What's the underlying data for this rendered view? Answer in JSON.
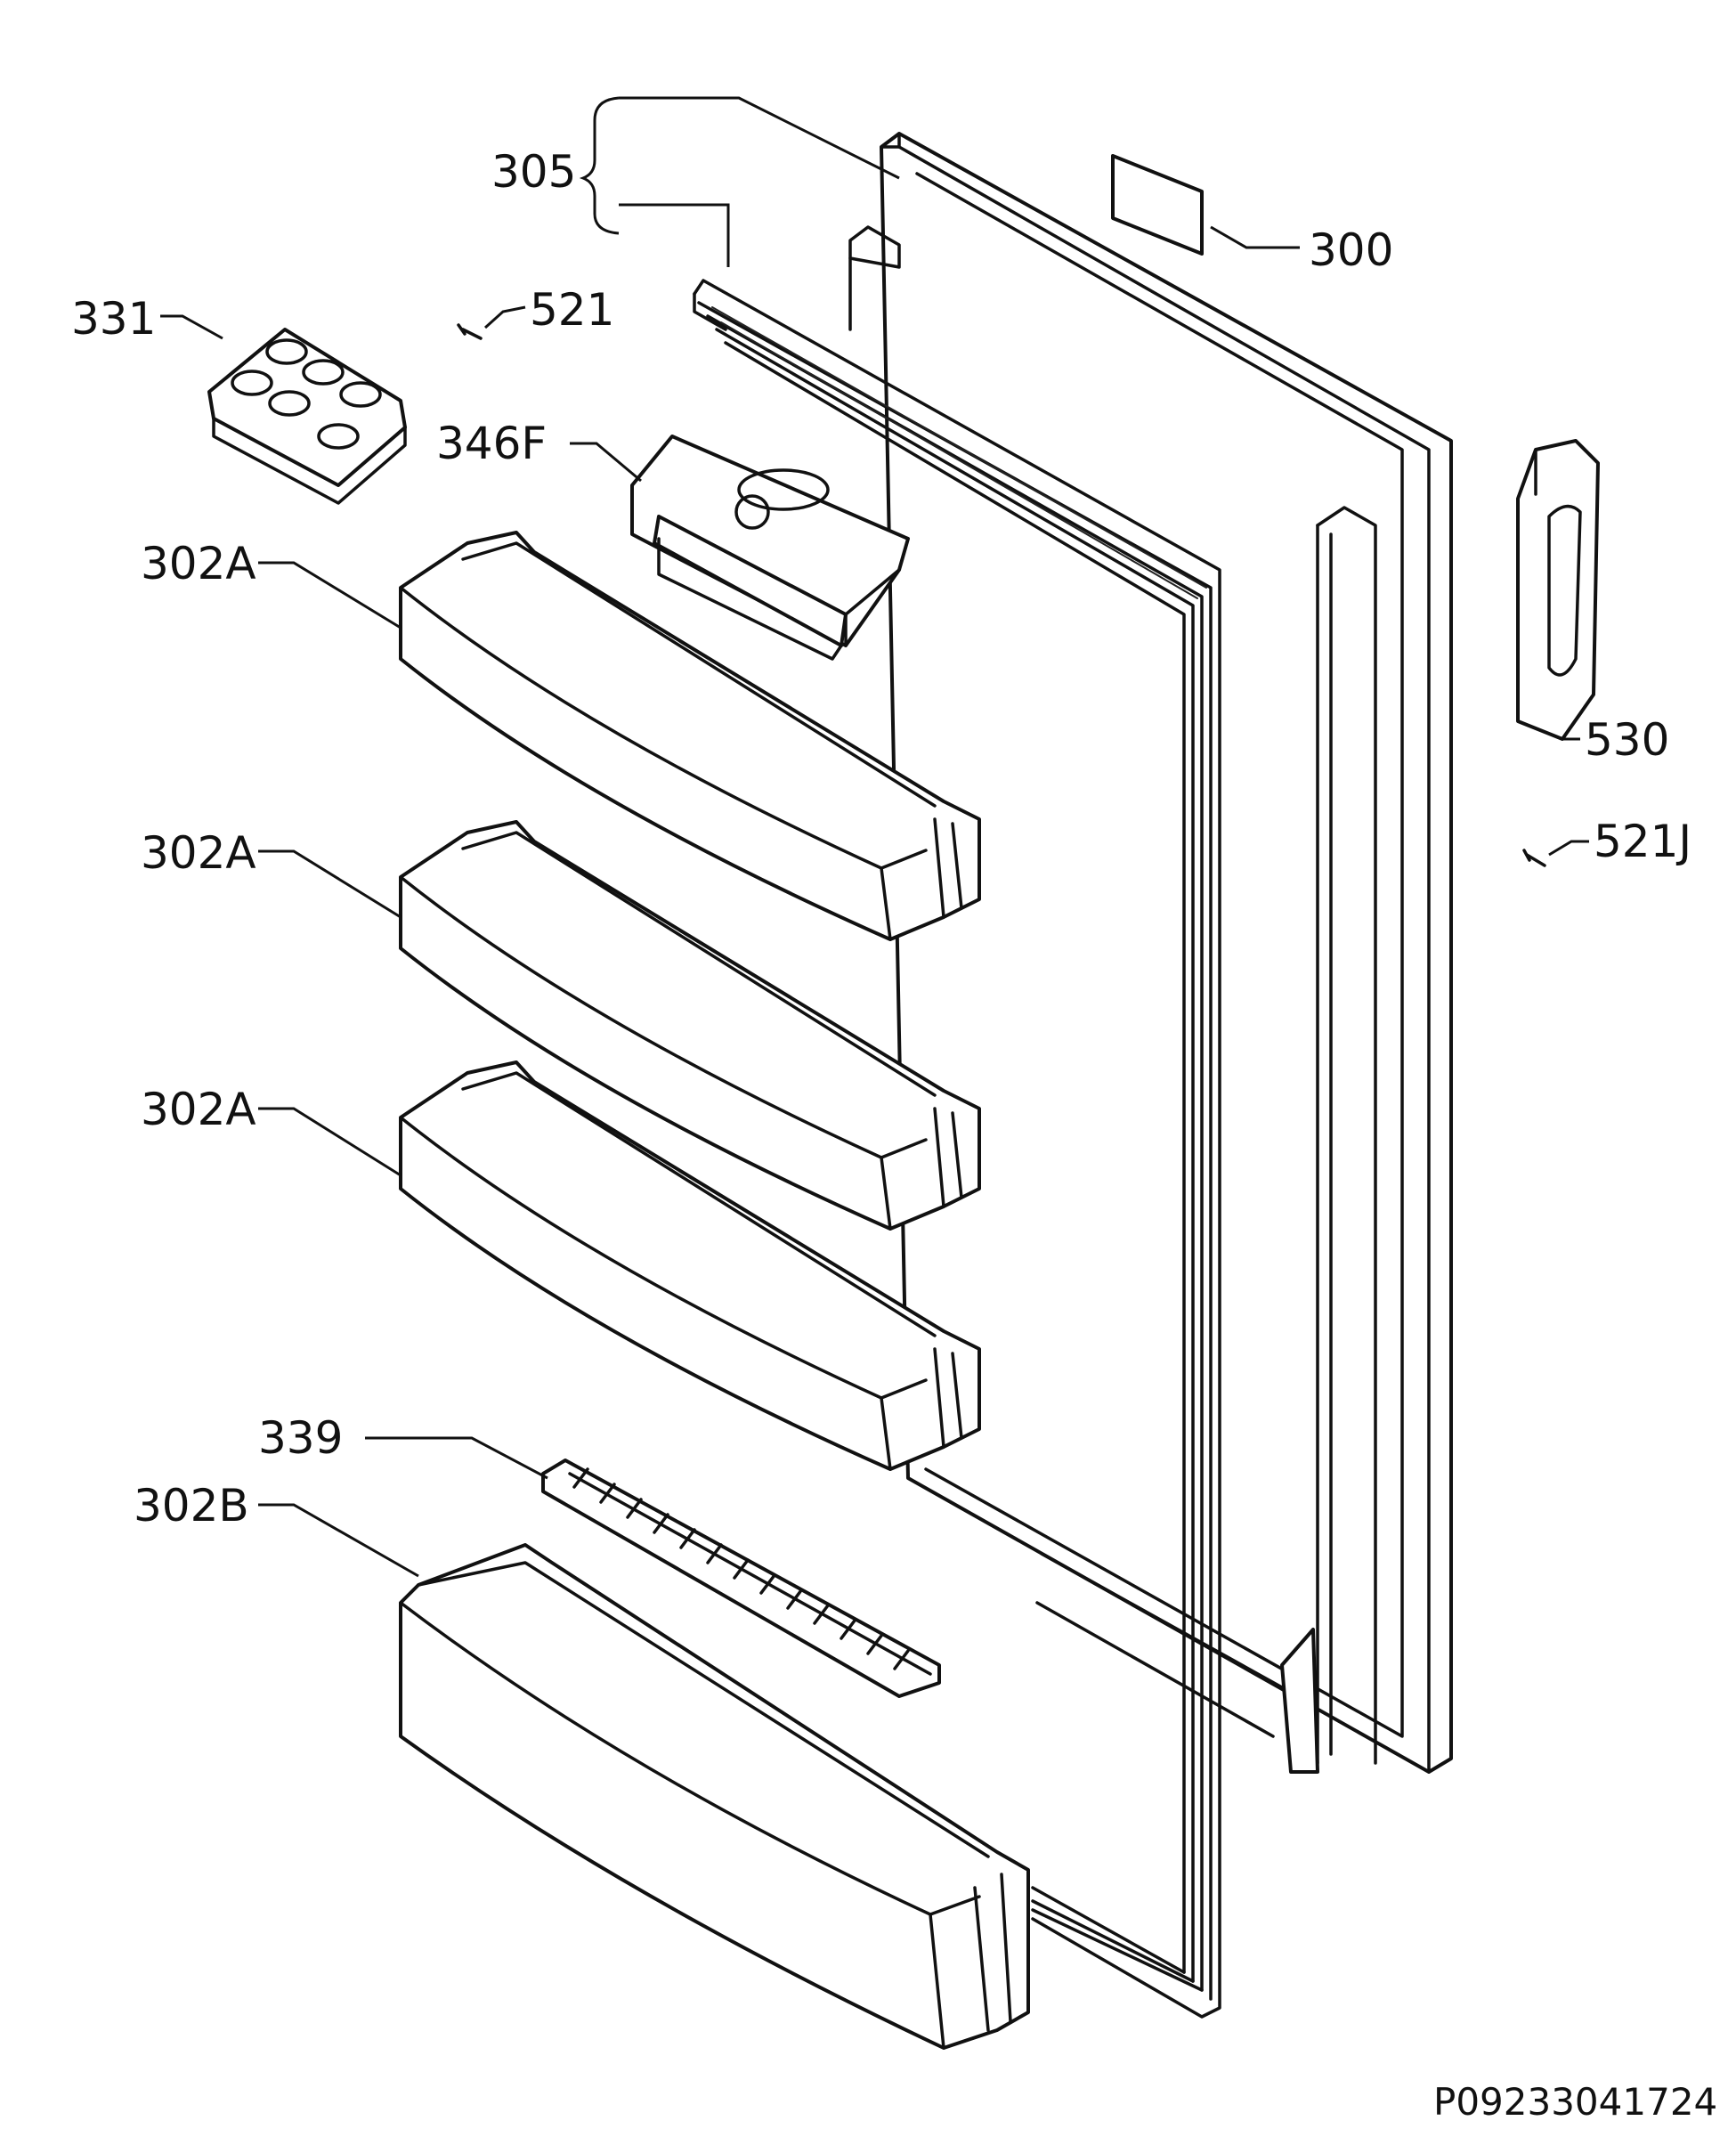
{
  "diagram": {
    "labels": {
      "door_gasket_group": "305",
      "door_panel": "300",
      "screw": "521",
      "egg_tray": "331",
      "butter_box": "346F",
      "door_shelf_1": "302A",
      "door_shelf_2": "302A",
      "door_shelf_3": "302A",
      "bottle_rack": "339",
      "bottle_shelf": "302B",
      "handle": "530",
      "handle_screw": "521J"
    },
    "image_code": "P09233041724"
  }
}
